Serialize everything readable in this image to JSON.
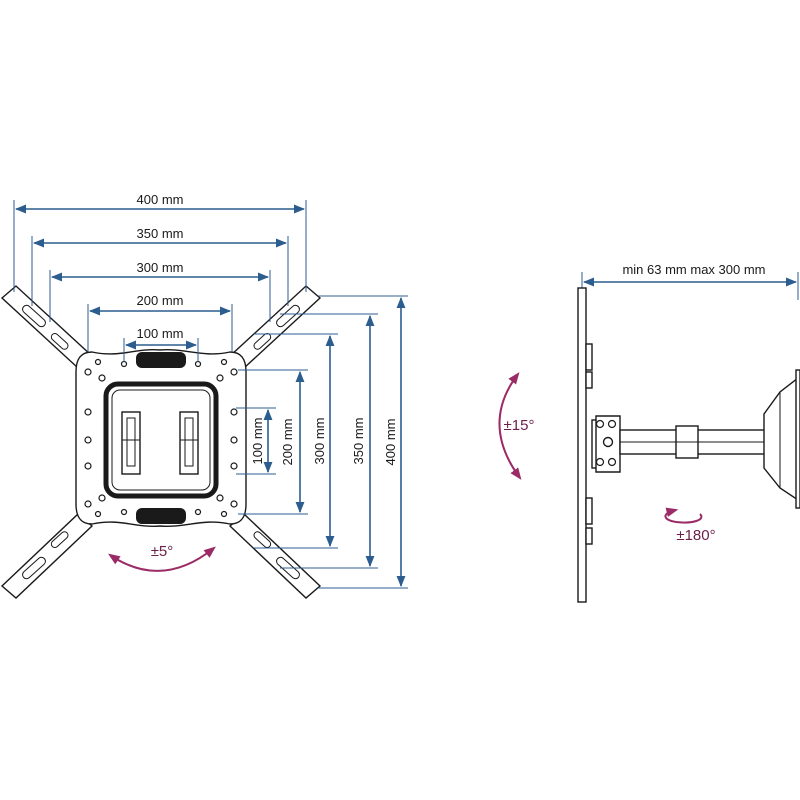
{
  "front_view": {
    "horizontal_dims": [
      "400 mm",
      "350 mm",
      "300 mm",
      "200 mm",
      "100 mm"
    ],
    "vertical_dims": [
      "100 mm",
      "200 mm",
      "300 mm",
      "350 mm",
      "400 mm"
    ],
    "tilt_label": "±5°"
  },
  "side_view": {
    "depth_label": "min 63 mm max 300 mm",
    "tilt_label": "±15°",
    "swivel_label": "±180°"
  },
  "colors": {
    "dimension": "#2c5d8f",
    "rotation": "#9a2b66",
    "line": "#1a1a1a"
  }
}
